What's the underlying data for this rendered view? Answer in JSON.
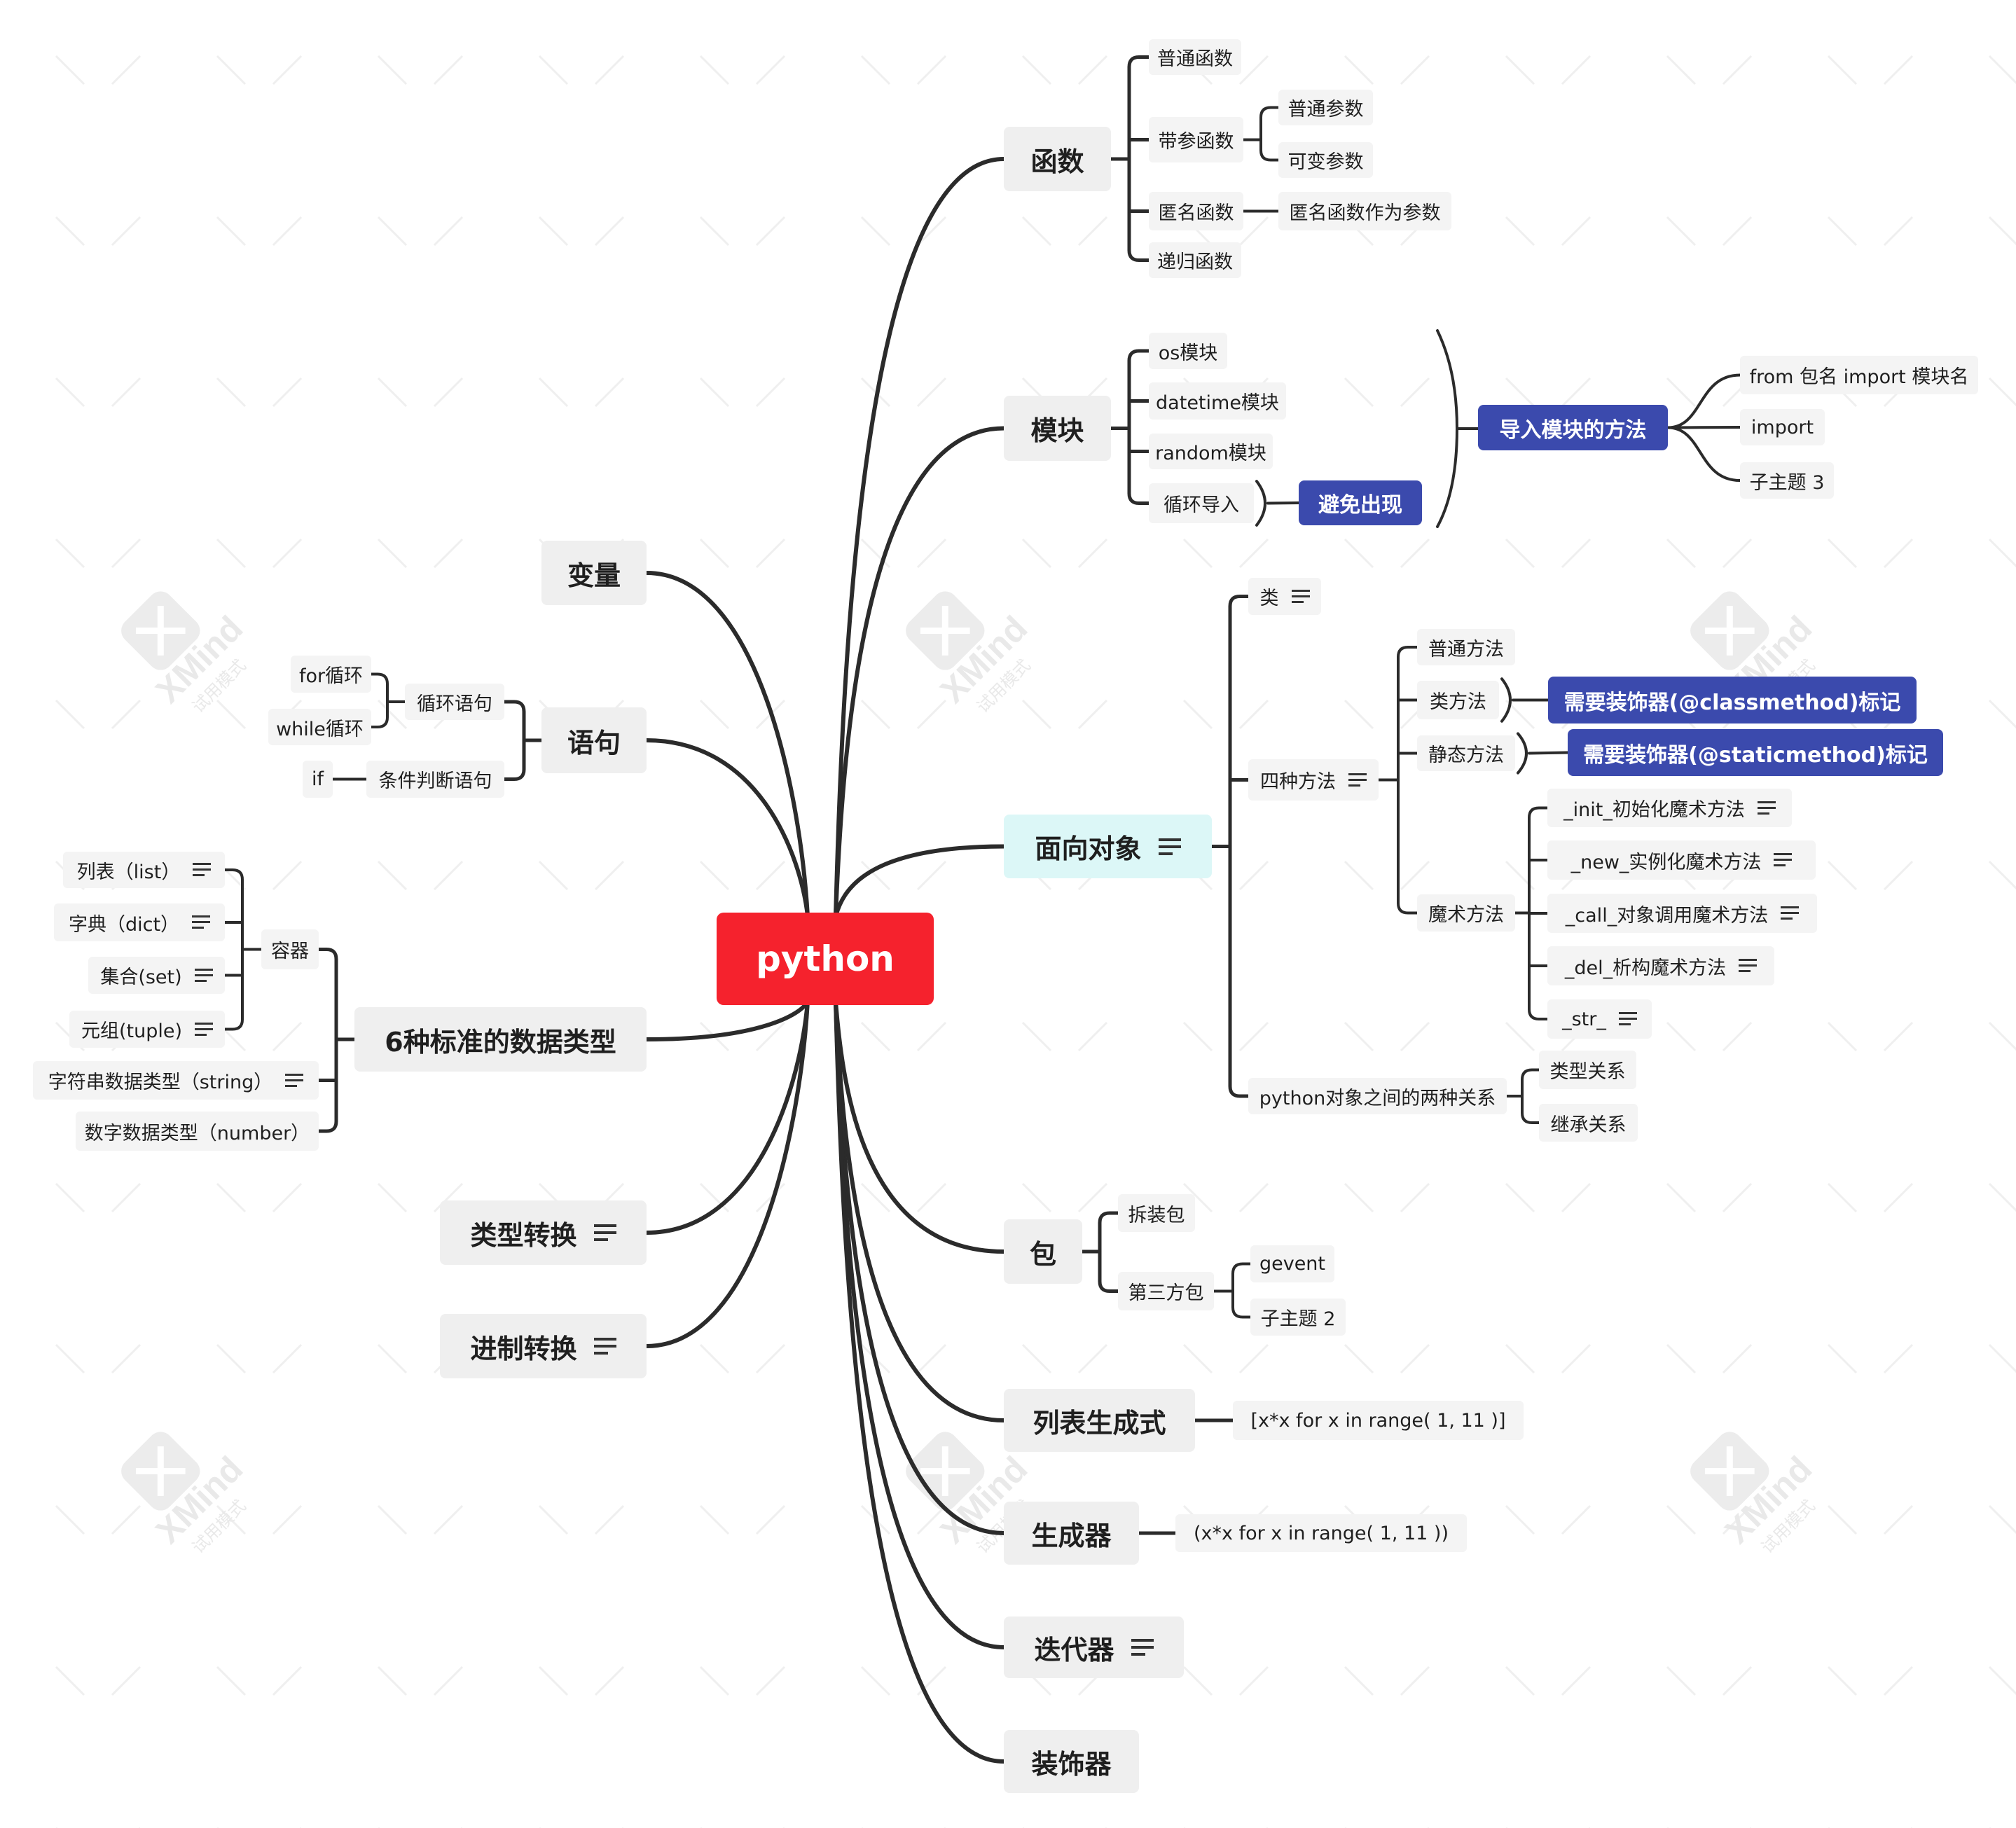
{
  "root": {
    "id": "python",
    "label": "python"
  },
  "topics": [
    {
      "id": "hanshu",
      "label": "函数"
    },
    {
      "id": "hs1",
      "label": "普通函数"
    },
    {
      "id": "hs2",
      "label": "带参函数"
    },
    {
      "id": "hs2a",
      "label": "普通参数"
    },
    {
      "id": "hs2b",
      "label": "可变参数"
    },
    {
      "id": "hs3",
      "label": "匿名函数"
    },
    {
      "id": "hs3a",
      "label": "匿名函数作为参数"
    },
    {
      "id": "hs4",
      "label": "递归函数"
    },
    {
      "id": "mokuai",
      "label": "模块"
    },
    {
      "id": "mk1",
      "label": "os模块"
    },
    {
      "id": "mk2",
      "label": "datetime模块"
    },
    {
      "id": "mk3",
      "label": "random模块"
    },
    {
      "id": "mk4",
      "label": "循环导入"
    },
    {
      "id": "mk4a",
      "label": "避免出现"
    },
    {
      "id": "mkimp",
      "label": "导入模块的方法"
    },
    {
      "id": "imp1",
      "label": "from 包名 import 模块名"
    },
    {
      "id": "imp2",
      "label": "import"
    },
    {
      "id": "imp3",
      "label": "子主题 3"
    },
    {
      "id": "mxdx",
      "label": "面向对象",
      "has_note": true
    },
    {
      "id": "lei",
      "label": "类",
      "has_note": true
    },
    {
      "id": "szff",
      "label": "四种方法",
      "has_note": true
    },
    {
      "id": "ff1",
      "label": "普通方法"
    },
    {
      "id": "ff2",
      "label": "类方法"
    },
    {
      "id": "ff2a",
      "label": "需要装饰器(@classmethod)标记"
    },
    {
      "id": "ff3",
      "label": "静态方法"
    },
    {
      "id": "ff3a",
      "label": "需要装饰器(@staticmethod)标记"
    },
    {
      "id": "ff4",
      "label": "魔术方法"
    },
    {
      "id": "ms1",
      "label": "_init_初始化魔术方法",
      "has_note": true
    },
    {
      "id": "ms2",
      "label": "_new_实例化魔术方法",
      "has_note": true
    },
    {
      "id": "ms3",
      "label": "_call_对象调用魔术方法",
      "has_note": true
    },
    {
      "id": "ms4",
      "label": "_del_析构魔术方法",
      "has_note": true
    },
    {
      "id": "ms5",
      "label": "_str_",
      "has_note": true
    },
    {
      "id": "gx",
      "label": "python对象之间的两种关系"
    },
    {
      "id": "gx1",
      "label": "类型关系"
    },
    {
      "id": "gx2",
      "label": "继承关系"
    },
    {
      "id": "bao",
      "label": "包"
    },
    {
      "id": "bao1",
      "label": "拆装包"
    },
    {
      "id": "bao2",
      "label": "第三方包"
    },
    {
      "id": "bao2a",
      "label": "gevent"
    },
    {
      "id": "bao2b",
      "label": "子主题 2"
    },
    {
      "id": "lbscs",
      "label": "列表生成式"
    },
    {
      "id": "lbscs1",
      "label": "[x*x  for x  in  range(  1,   11  )]"
    },
    {
      "id": "scq",
      "label": "生成器"
    },
    {
      "id": "scq1",
      "label": "(x*x  for x  in  range(  1,   11  ))"
    },
    {
      "id": "ddq",
      "label": "迭代器",
      "has_note": true
    },
    {
      "id": "zsq",
      "label": "装饰器"
    },
    {
      "id": "bianliang",
      "label": "变量"
    },
    {
      "id": "yuju",
      "label": "语句"
    },
    {
      "id": "xhyj",
      "label": "循环语句"
    },
    {
      "id": "xh1",
      "label": "for循环"
    },
    {
      "id": "xh2",
      "label": "while循环"
    },
    {
      "id": "tjpd",
      "label": "条件判断语句"
    },
    {
      "id": "tj1",
      "label": "if"
    },
    {
      "id": "sjlx",
      "label": "6种标准的数据类型"
    },
    {
      "id": "rq",
      "label": "容器"
    },
    {
      "id": "rq1",
      "label": "列表（list）",
      "has_note": true
    },
    {
      "id": "rq2",
      "label": "字典（dict）",
      "has_note": true
    },
    {
      "id": "rq3",
      "label": "集合(set)",
      "has_note": true
    },
    {
      "id": "rq4",
      "label": "元组(tuple)",
      "has_note": true
    },
    {
      "id": "str",
      "label": "字符串数据类型（string）",
      "has_note": true
    },
    {
      "id": "num",
      "label": "数字数据类型（number）"
    },
    {
      "id": "lxzh",
      "label": "类型转换",
      "has_note": true
    },
    {
      "id": "jzzh",
      "label": "进制转换",
      "has_note": true
    }
  ],
  "watermark": {
    "brand": "XMind",
    "caption": "试用模式"
  },
  "colors": {
    "root": "#f5222d",
    "main": "#efefef",
    "cyan": "#dcf7f7",
    "sub": "#f4f4f4",
    "callout": "#3b4aad",
    "line": "#2b2b2b"
  }
}
